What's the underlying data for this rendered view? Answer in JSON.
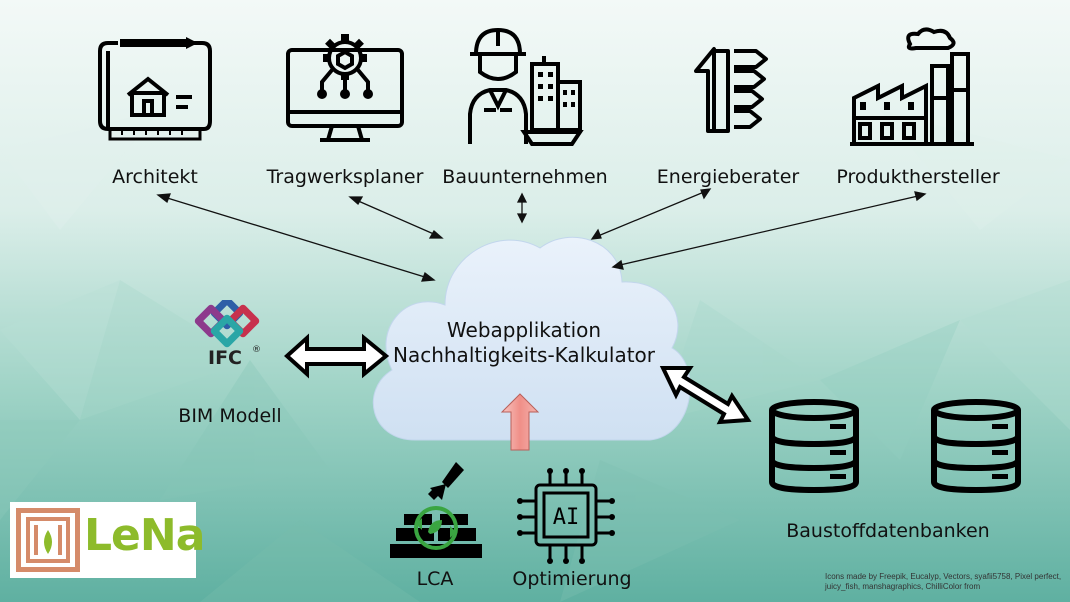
{
  "roles": {
    "architekt": "Architekt",
    "tragwerksplaner": "Tragwerksplaner",
    "bauunternehmen": "Bauunternehmen",
    "energieberater": "Energieberater",
    "produkthersteller": "Produkthersteller"
  },
  "cloud": {
    "line1": "Webapplikation",
    "line2": "Nachhaltigkeits-Kalkulator"
  },
  "ifc": {
    "logo_text": "IFC",
    "registered": "®",
    "label": "BIM Modell"
  },
  "databases": {
    "label": "Baustoffdatenbanken"
  },
  "lca": {
    "label": "LCA"
  },
  "optimierung": {
    "label": "Optimierung",
    "chip_text": "AI"
  },
  "logo": {
    "text": "LeNa"
  },
  "credits": {
    "line1": "Icons made by Freepik, Eucalyp, Vectors, syafii5758, Pixel perfect,",
    "line2": "juicy_fish, manshagraphics, ChilliColor  from"
  },
  "colors": {
    "background_light": "#eef6f3",
    "background_teal": "#5fb5a6",
    "cloud_fill": "#d9e8f6",
    "up_arrow": "#f1a5a0",
    "lena_green": "#8dbb2b",
    "lena_brick": "#d58b6a",
    "ifc_blue": "#2e5fa7",
    "ifc_purple": "#8d3a8c",
    "ifc_teal": "#2aa6a6",
    "ifc_red": "#c7314d"
  }
}
